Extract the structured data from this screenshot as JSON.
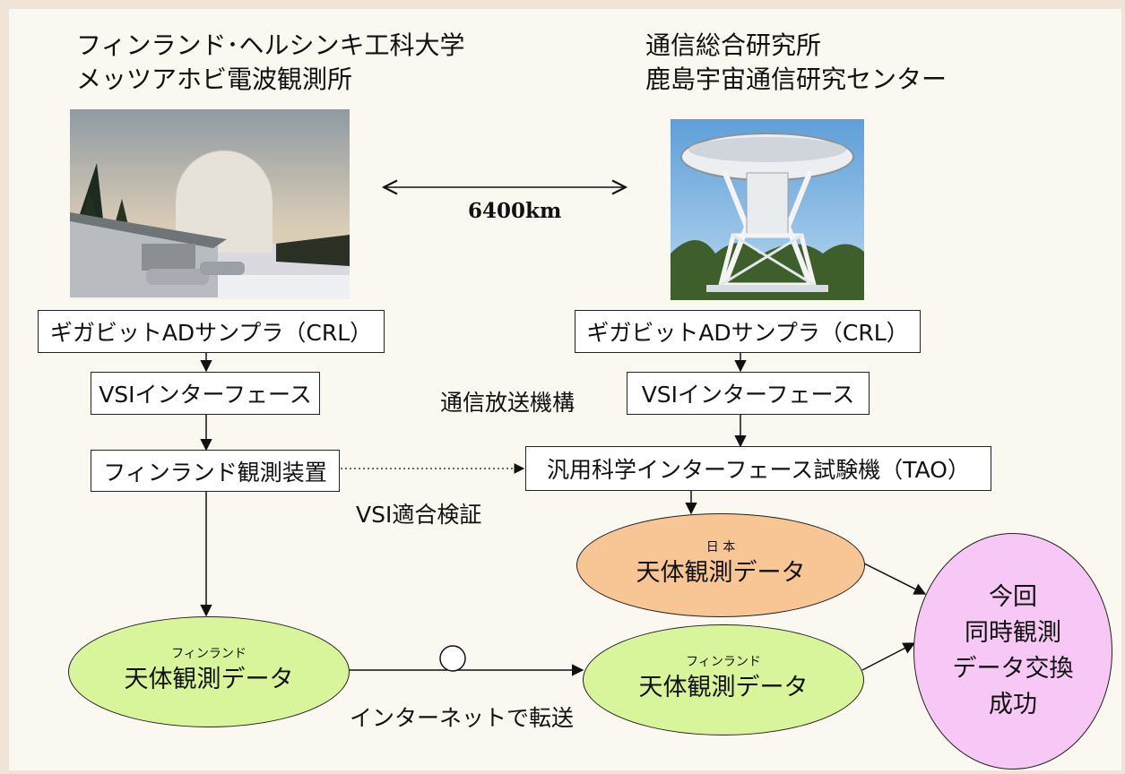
{
  "left_site": {
    "line1": "フィンランド･ヘルシンキ工科大学",
    "line2": "メッツアホビ電波観測所"
  },
  "right_site": {
    "line1": "通信総合研究所",
    "line2": "鹿島宇宙通信研究センター"
  },
  "distance": "6400km",
  "left_chain": {
    "sampler": "ギガビットADサンプラ（CRL）",
    "vsi": "VSIインターフェース",
    "device": "フィンランド観測装置"
  },
  "right_chain": {
    "sampler": "ギガビットADサンプラ（CRL）",
    "vsi": "VSIインターフェース",
    "device": "汎用科学インターフェース試験機（TAO）"
  },
  "labels": {
    "org": "通信放送機構",
    "vsi_verify": "VSI適合検証",
    "internet": "インターネットで転送"
  },
  "ellipses": {
    "japan": {
      "caption": "日 本",
      "title": "天体観測データ",
      "color": "#f8c595"
    },
    "finland_left": {
      "caption": "フィンランド",
      "title": "天体観測データ",
      "color": "#d9f59c"
    },
    "finland_right": {
      "caption": "フィンランド",
      "title": "天体観測データ",
      "color": "#d9f59c"
    },
    "result": {
      "lines": [
        "今回",
        "同時観測",
        "データ交換",
        "成功"
      ],
      "color": "#f7c8f5"
    }
  }
}
